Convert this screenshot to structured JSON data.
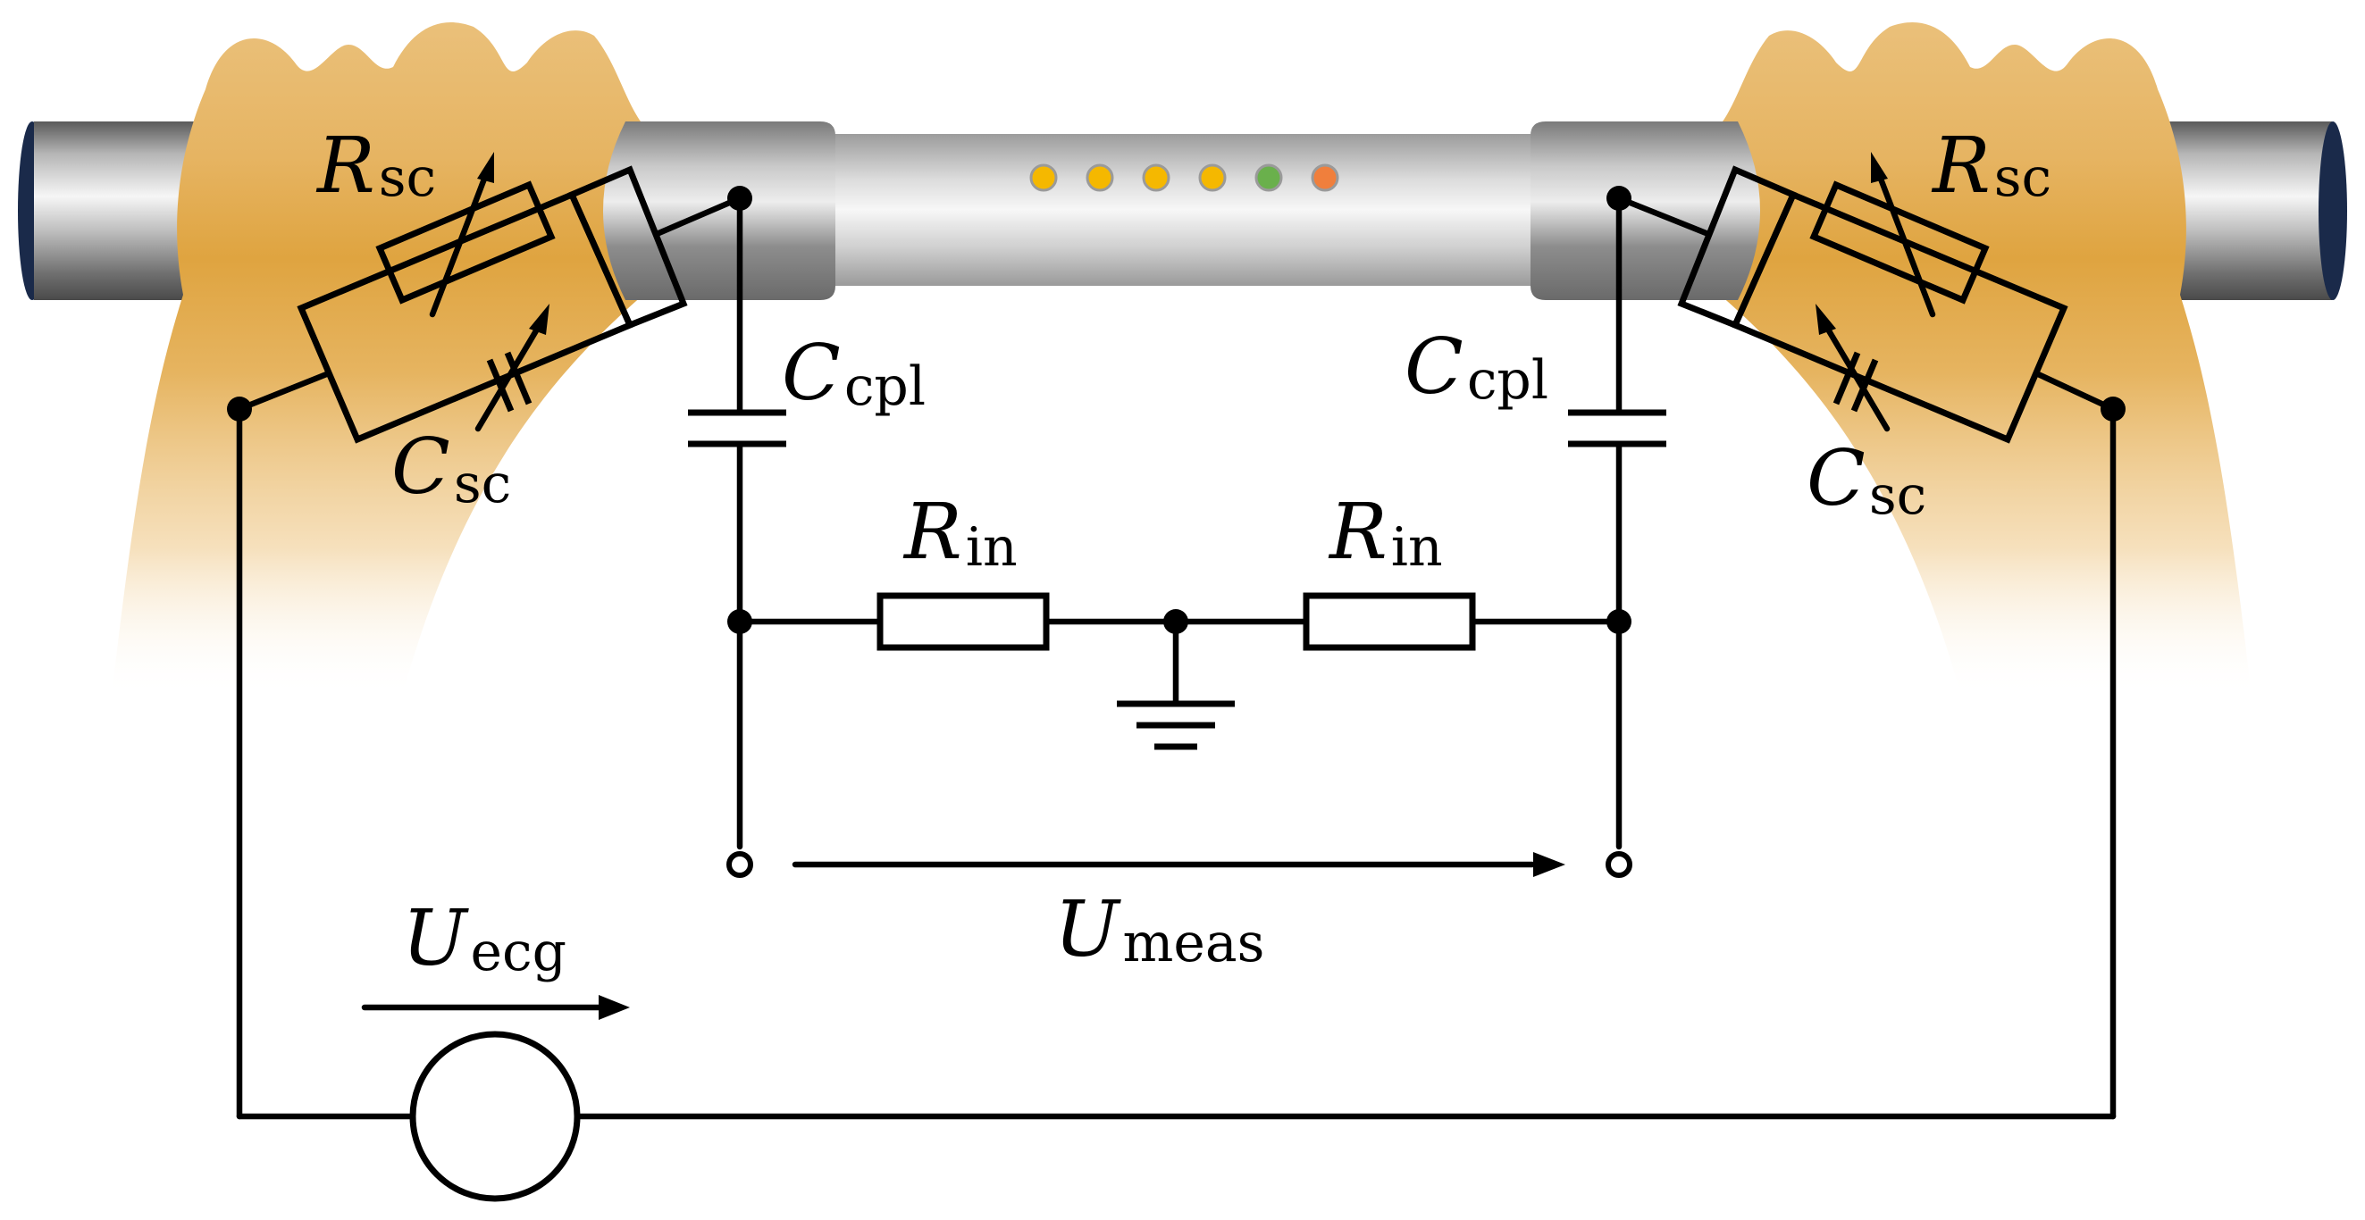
{
  "labels": {
    "r_sc_left": {
      "main": "R",
      "sub": "sc"
    },
    "c_sc_left": {
      "main": "C",
      "sub": "sc"
    },
    "r_sc_right": {
      "main": "R",
      "sub": "sc"
    },
    "c_sc_right": {
      "main": "C",
      "sub": "sc"
    },
    "c_cpl_left": {
      "main": "C",
      "sub": "cpl"
    },
    "c_cpl_right": {
      "main": "C",
      "sub": "cpl"
    },
    "r_in_left": {
      "main": "R",
      "sub": "in"
    },
    "r_in_right": {
      "main": "R",
      "sub": "in"
    },
    "u_meas": {
      "main": "U",
      "sub": "meas"
    },
    "u_ecg": {
      "main": "U",
      "sub": "ecg"
    }
  },
  "leds": [
    {
      "color": "#f5b800",
      "name": "led-yellow-1"
    },
    {
      "color": "#f5b800",
      "name": "led-yellow-2"
    },
    {
      "color": "#f5b800",
      "name": "led-yellow-3"
    },
    {
      "color": "#f5b800",
      "name": "led-yellow-4"
    },
    {
      "color": "#6ab04c",
      "name": "led-green"
    },
    {
      "color": "#f07f3c",
      "name": "led-orange"
    }
  ],
  "colors": {
    "hand": "#e2a84a",
    "metal": "#9a9a9a",
    "wire": "#000000"
  }
}
